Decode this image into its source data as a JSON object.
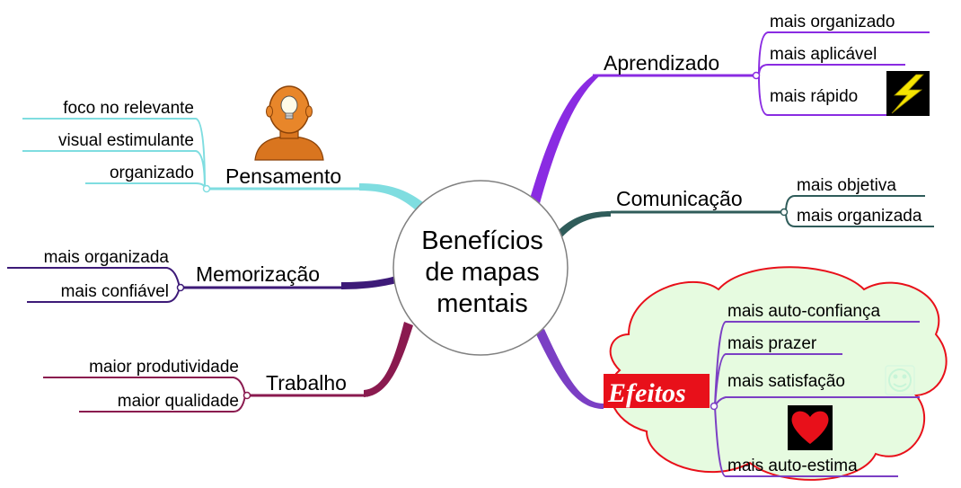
{
  "center": {
    "line1": "Benefícios",
    "line2": "de mapas",
    "line3": "mentais"
  },
  "branches": {
    "aprendizado": {
      "label": "Aprendizado",
      "color": "#8a2be2",
      "items": [
        "mais organizado",
        "mais aplicável",
        "mais rápido"
      ]
    },
    "comunicacao": {
      "label": "Comunicação",
      "color": "#2f5c5a",
      "items": [
        "mais objetiva",
        "mais organizada"
      ]
    },
    "efeitos": {
      "label": "Efeitos",
      "color": "#7b3fc4",
      "label_bg": "#e8101a",
      "cloud_fill": "#e6fbe0",
      "cloud_stroke": "#e8101a",
      "items": [
        "mais auto-confiança",
        "mais prazer",
        "mais satisfação",
        "mais auto-estima"
      ]
    },
    "pensamento": {
      "label": "Pensamento",
      "color": "#7fdde0",
      "items": [
        "foco no relevante",
        "visual estimulante",
        "organizado"
      ]
    },
    "memorizacao": {
      "label": "Memorização",
      "color": "#3d1a78",
      "items": [
        "mais organizada",
        "mais confiável"
      ]
    },
    "trabalho": {
      "label": "Trabalho",
      "color": "#8a1a4f",
      "items": [
        "maior produtividade",
        "maior qualidade"
      ]
    }
  },
  "icons": {
    "thinker": "thinker-head-lightbulb-icon",
    "lightning": "lightning-bolt-icon",
    "heart": "heart-icon",
    "smiley": "smiley-face-icon"
  }
}
